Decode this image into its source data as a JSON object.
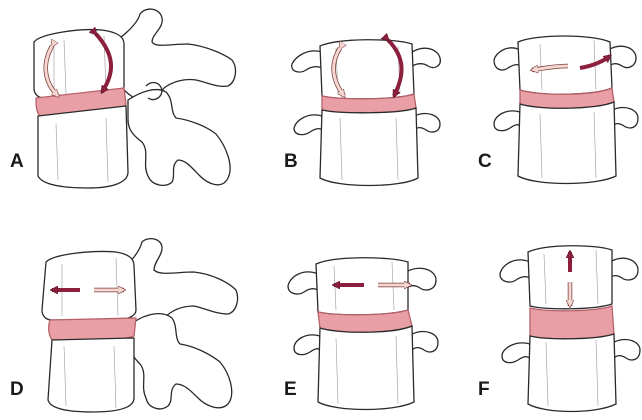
{
  "figure": {
    "colors": {
      "bone_fill": "#ffffff",
      "outline": "#2a2a2a",
      "disc_fill": "#e8a0a6",
      "disc_stroke": "#b7606a",
      "arrow_dark": "#8c1f3d",
      "arrow_light": "#f4d7d0"
    },
    "panels": [
      {
        "label": "A",
        "view": "lateral",
        "motion": "rotation-sagittal",
        "arrows": [
          "pale",
          "dark"
        ]
      },
      {
        "label": "B",
        "view": "anterior",
        "motion": "rotation-coronal",
        "arrows": [
          "pale",
          "dark"
        ]
      },
      {
        "label": "C",
        "view": "anterior",
        "motion": "rotation-axial",
        "arrows": [
          "pale",
          "dark"
        ]
      },
      {
        "label": "D",
        "view": "lateral",
        "motion": "translation-anteroposterior",
        "arrows": [
          "dark",
          "pale"
        ]
      },
      {
        "label": "E",
        "view": "anterior",
        "motion": "translation-lateral",
        "arrows": [
          "dark",
          "pale"
        ]
      },
      {
        "label": "F",
        "view": "anterior",
        "motion": "translation-axial",
        "arrows": [
          "dark",
          "pale"
        ]
      }
    ]
  }
}
